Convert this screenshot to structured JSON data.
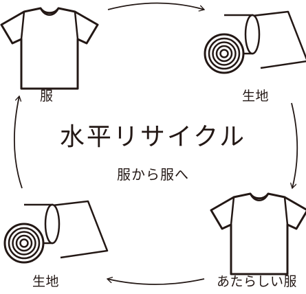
{
  "title": "水平リサイクル",
  "subtitle": "服から服へ",
  "nodes": {
    "top_left": {
      "label": "服",
      "icon": "tshirt-icon"
    },
    "top_right": {
      "label": "生地",
      "icon": "fabric-roll-icon"
    },
    "bottom_right": {
      "label": "あたらしい服",
      "icon": "tshirt-icon"
    },
    "bottom_left": {
      "label": "生地",
      "icon": "fabric-roll-icon"
    }
  },
  "colors": {
    "ink": "#231815",
    "background": "#ffffff"
  }
}
